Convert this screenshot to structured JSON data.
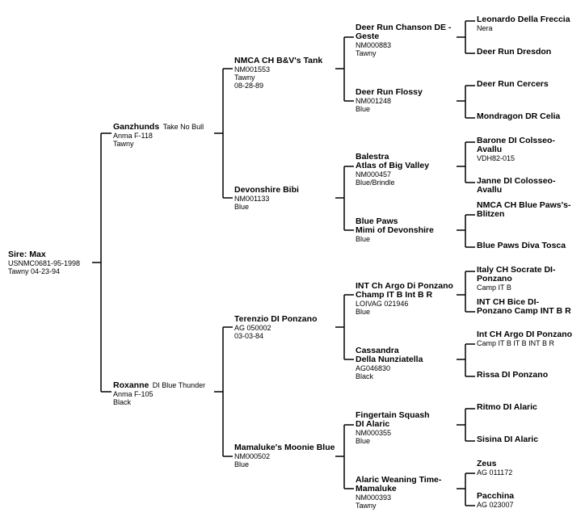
{
  "subject": {
    "name": "Sire: Max",
    "details": [
      "USNMC0681-95-1998",
      "Tawny 04-23-94"
    ]
  },
  "gen1": [
    {
      "name": "Ganzhunds",
      "sub": "Take No Bull",
      "details": [
        "Anma F-118",
        "Tawny"
      ]
    },
    {
      "name": "Roxanne",
      "sub": "DI Blue Thunder",
      "details": [
        "Anma F-105",
        "Black"
      ]
    }
  ],
  "gen2": [
    {
      "name": "NMCA CH B&V's Tank",
      "details": [
        "NM001553",
        "Tawny",
        "08-28-89"
      ]
    },
    {
      "name": "Devonshire Bibi",
      "details": [
        "NM001133",
        "Blue"
      ]
    },
    {
      "name": "Terenzio DI Ponzano",
      "details": [
        "AG 050002",
        "03-03-84"
      ]
    },
    {
      "name": "Mamaluke's Moonie Blue",
      "details": [
        "NM000502",
        "Blue"
      ]
    }
  ],
  "gen3": [
    {
      "lines": [
        "Deer Run Chanson DE -",
        "Geste"
      ],
      "details": [
        "NM000883",
        "Tawny"
      ]
    },
    {
      "lines": [
        "Deer Run Flossy"
      ],
      "details": [
        "NM001248",
        "Blue"
      ]
    },
    {
      "lines": [
        "Balestra",
        "Atlas of Big Valley"
      ],
      "details": [
        "NM000457",
        "Blue/Brindle"
      ]
    },
    {
      "lines": [
        "Blue Paws",
        "Mimi of Devonshire"
      ],
      "details": [
        "Blue"
      ]
    },
    {
      "lines": [
        "INT Ch Argo Di Ponzano",
        "Champ IT B Int B R"
      ],
      "details": [
        "LOIVAG 021946",
        "Blue"
      ]
    },
    {
      "lines": [
        "Cassandra",
        "Della Nunziatella"
      ],
      "details": [
        "AG046830",
        "Black"
      ]
    },
    {
      "lines": [
        "Fingertain Squash",
        "DI Alaric"
      ],
      "details": [
        "NM000355",
        "Blue"
      ]
    },
    {
      "lines": [
        "Alaric Weaning Time-",
        "Mamaluke"
      ],
      "details": [
        "NM000393",
        "Tawny"
      ]
    }
  ],
  "gen4": [
    {
      "lines": [
        "Leonardo Della Freccia"
      ],
      "details": [
        "Nera"
      ]
    },
    {
      "lines": [
        "Deer Run Dresdon"
      ],
      "details": []
    },
    {
      "lines": [
        "Deer Run Cercers"
      ],
      "details": []
    },
    {
      "lines": [
        "Mondragon DR Celia"
      ],
      "details": []
    },
    {
      "lines": [
        "Barone DI Colsseo-",
        "Avallu"
      ],
      "details": [
        "VDH82-015"
      ]
    },
    {
      "lines": [
        "Janne DI Colosseo-",
        "Avallu"
      ],
      "details": []
    },
    {
      "lines": [
        "NMCA CH Blue Paws's-",
        "Blitzen"
      ],
      "details": []
    },
    {
      "lines": [
        "Blue Paws Diva Tosca"
      ],
      "details": []
    },
    {
      "lines": [
        "Italy CH Socrate DI-",
        "Ponzano"
      ],
      "details": [
        "Camp IT B"
      ]
    },
    {
      "lines": [
        "INT CH Bice DI-",
        "Ponzano Camp INT B R"
      ],
      "details": []
    },
    {
      "lines": [
        "Int CH  Argo DI Ponzano"
      ],
      "details": [
        "Camp IT B IT B INT B R"
      ]
    },
    {
      "lines": [
        "Rissa DI Ponzano"
      ],
      "details": []
    },
    {
      "lines": [
        "Ritmo DI Alaric"
      ],
      "details": []
    },
    {
      "lines": [
        "Sisina DI Alaric"
      ],
      "details": []
    },
    {
      "lines": [
        "Zeus"
      ],
      "details": [
        "AG 011172"
      ]
    },
    {
      "lines": [
        "Pacchina"
      ],
      "details": [
        "AG 023007"
      ]
    }
  ]
}
